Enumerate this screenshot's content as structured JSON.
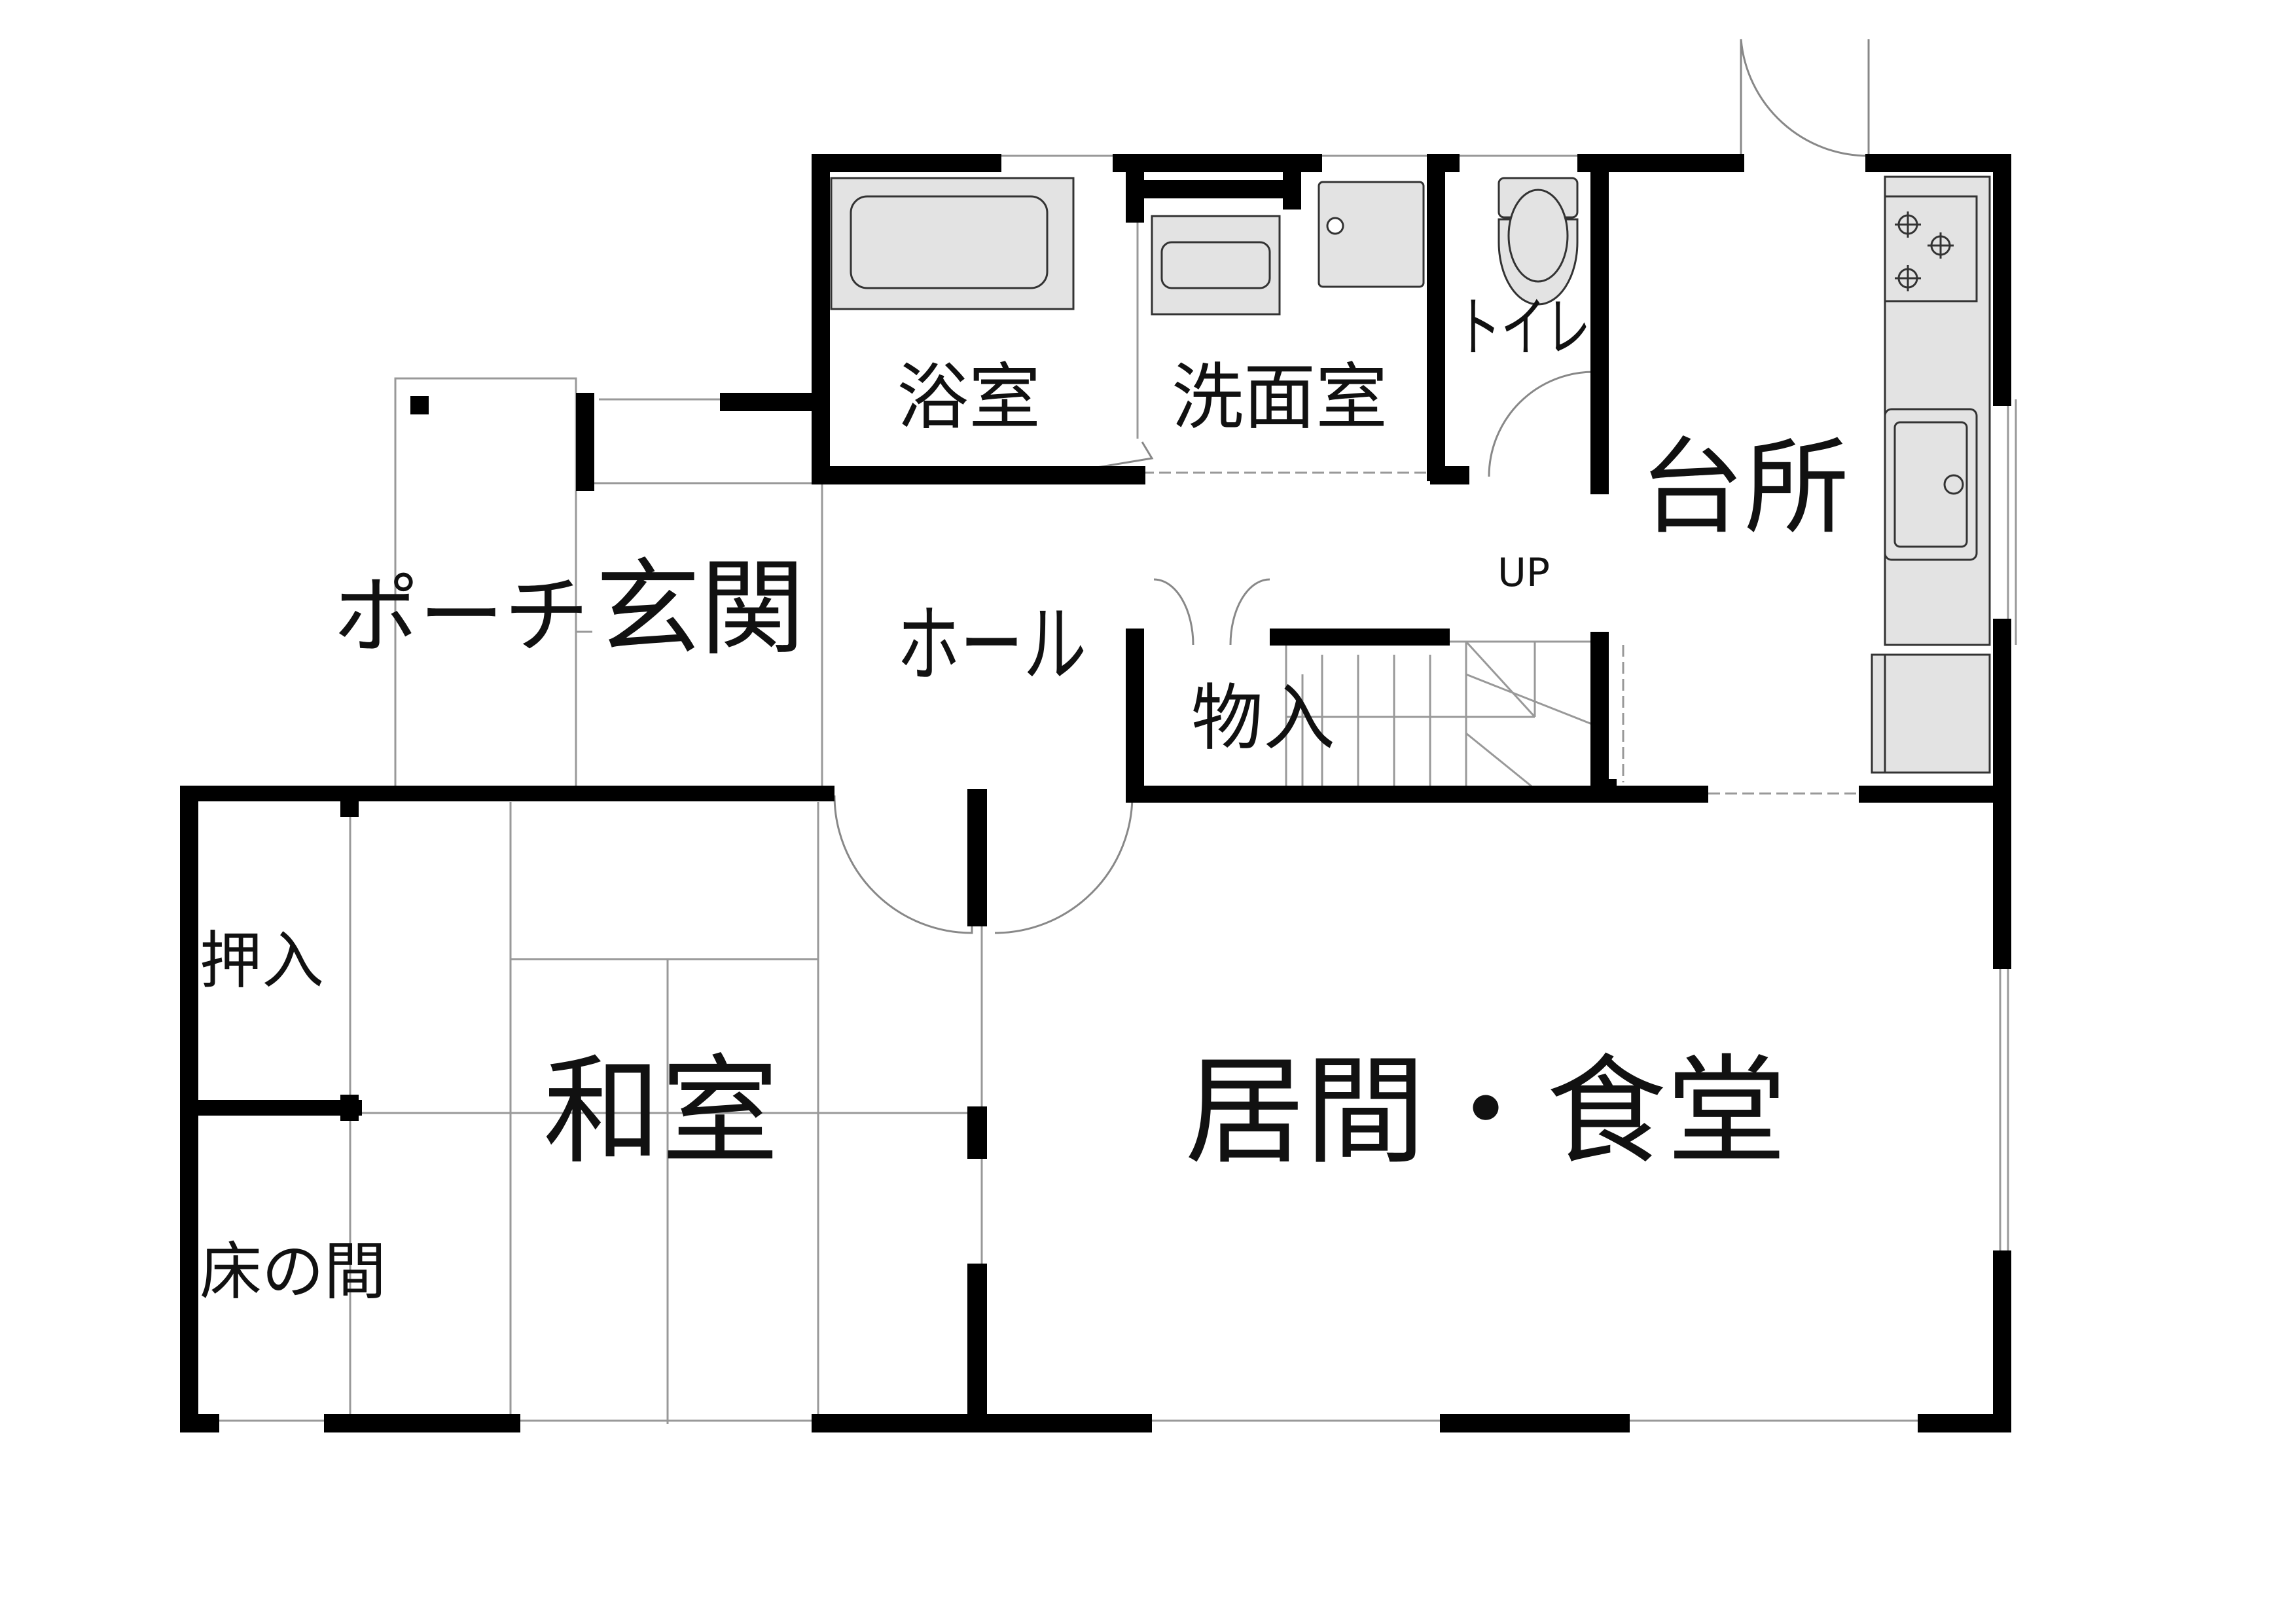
{
  "rooms": {
    "bath": "浴室",
    "washroom": "洗面室",
    "toilet": "トイレ",
    "kitchen": "台所",
    "porch": "ポーチ",
    "entrance": "玄関",
    "hall": "ホール",
    "storage": "物入",
    "up": "UP",
    "closet": "押入",
    "tatami": "和室",
    "tokonoma": "床の間",
    "living": "居間・食堂"
  },
  "colors": {
    "wall": "#000000",
    "fixture": "#e3e3e3",
    "line": "#9a9a9a"
  }
}
